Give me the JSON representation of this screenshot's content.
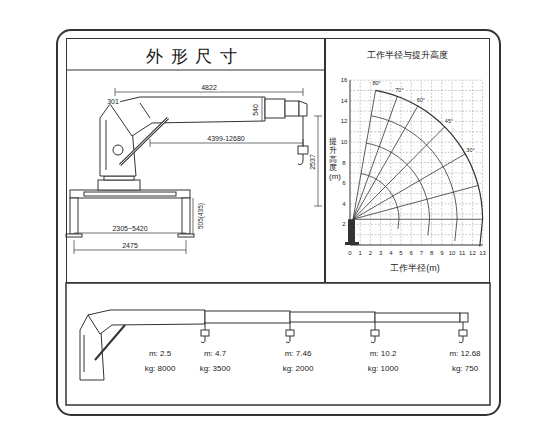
{
  "diagram": {
    "nodes": [
      {
        "text": [
          "外形尺寸"
        ]
      },
      {
        "text": [
          "工作半径与提升高度"
        ]
      }
    ],
    "labels": [
      "301",
      "4822",
      "540",
      "4399-12680",
      "2537",
      "2305~5420",
      "2475",
      "505(435)",
      "提升高度(m)",
      "工作半径(m)",
      "0",
      "1",
      "2",
      "3",
      "4",
      "5",
      "6",
      "7",
      "8",
      "9",
      "10",
      "11",
      "12",
      "13",
      "2",
      "4",
      "6",
      "8",
      "10",
      "12",
      "14",
      "16",
      "80°",
      "70°",
      "60°",
      "45°",
      "30°",
      "m: 2.5",
      "kg: 8000",
      "m: 4.7",
      "kg: 3500",
      "m: 7.46",
      "kg: 2000",
      "m: 10.2",
      "kg: 1000",
      "m: 12.68",
      "kg: 750"
    ]
  }
}
